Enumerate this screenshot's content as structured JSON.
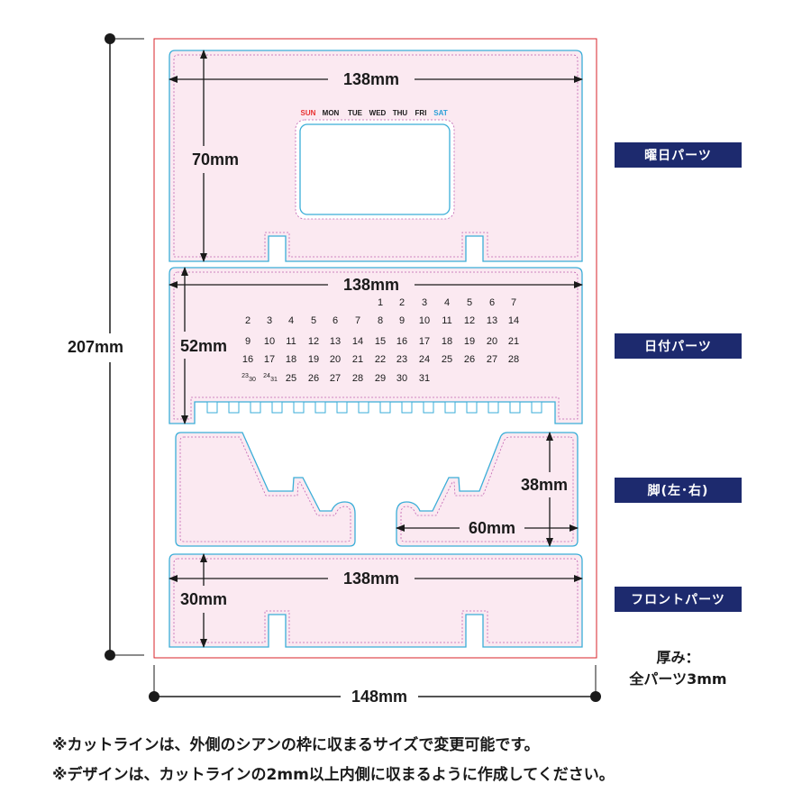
{
  "dimensions": {
    "total_height": "207mm",
    "total_width": "148mm",
    "weekday_width": "138mm",
    "weekday_height": "70mm",
    "date_width": "138mm",
    "date_height": "52mm",
    "leg_height": "38mm",
    "leg_width": "60mm",
    "front_width": "138mm",
    "front_height": "30mm"
  },
  "weekdays": [
    {
      "label": "SUN",
      "color": "#e83030"
    },
    {
      "label": "MON",
      "color": "#1a1a1a"
    },
    {
      "label": "TUE",
      "color": "#1a1a1a"
    },
    {
      "label": "WED",
      "color": "#1a1a1a"
    },
    {
      "label": "THU",
      "color": "#1a1a1a"
    },
    {
      "label": "FRI",
      "color": "#1a1a1a"
    },
    {
      "label": "SAT",
      "color": "#2aa0d8"
    }
  ],
  "calendar_rows": [
    [
      "",
      "",
      "",
      "1",
      "2",
      "3",
      "4",
      "5",
      "6",
      "7"
    ],
    [
      "2",
      "3",
      "4",
      "5",
      "6",
      "7",
      "8",
      "9",
      "10",
      "11",
      "12",
      "13",
      "14"
    ],
    [
      "9",
      "10",
      "11",
      "12",
      "13",
      "14",
      "15",
      "16",
      "17",
      "18",
      "19",
      "20",
      "21"
    ],
    [
      "16",
      "17",
      "18",
      "19",
      "20",
      "21",
      "22",
      "23",
      "24",
      "25",
      "26",
      "27",
      "28"
    ],
    [
      "23/30",
      "24/31",
      "25",
      "26",
      "27",
      "28",
      "29",
      "30",
      "31"
    ]
  ],
  "part_labels": {
    "weekday": "曜日パーツ",
    "date": "日付パーツ",
    "legs": "脚(左･右)",
    "front": "フロントパーツ"
  },
  "thickness": {
    "line1": "厚み：",
    "line2": "全パーツ3mm"
  },
  "notes": [
    "※カットラインは、外側のシアンの枠に収まるサイズで変更可能です。",
    "※デザインは、カットラインの2mm以上内側に収まるように作成してください。"
  ],
  "colors": {
    "sheet_border": "#d8232a",
    "cut_line": "#3aaed8",
    "fill": "#fbe9f1",
    "safe_line": "#c060b0",
    "tag_bg": "#1d2a6e"
  }
}
